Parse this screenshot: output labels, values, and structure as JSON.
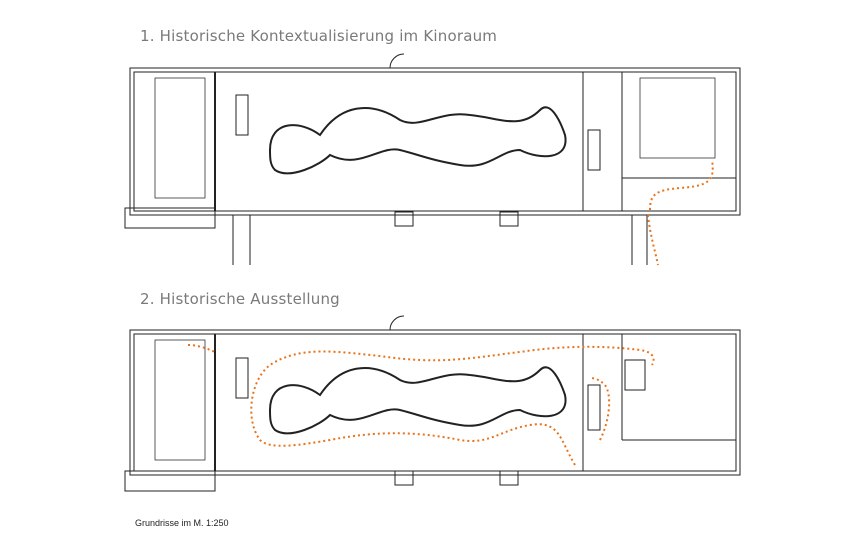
{
  "plans": [
    {
      "title": "1. Historische Kontextualisierung im Kinoraum"
    },
    {
      "title": "2. Historische Ausstellung"
    }
  ],
  "caption": "Grundrisse im M. 1:250",
  "colors": {
    "path": "#e8731a",
    "lines": "#222222",
    "title": "#7a7a7a"
  }
}
